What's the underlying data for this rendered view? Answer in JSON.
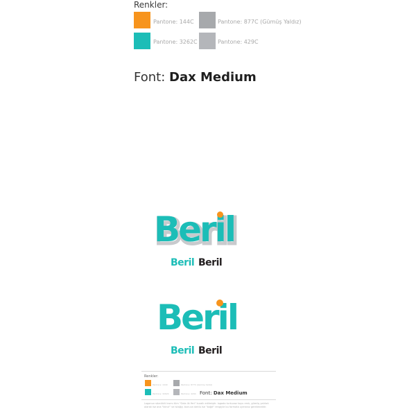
{
  "colors_section": {
    "title": "Renkler:",
    "swatches": [
      {
        "name": "Pantone: 144C",
        "color": "#f7941d"
      },
      {
        "name": "Pantone: 877C (Gümüş Yaldız)",
        "color": "#a7a9ac"
      },
      {
        "name": "Pantone: 3262C",
        "color": "#1cbdb7"
      },
      {
        "name": "Pantone: 429C",
        "color": "#b4b6ba"
      }
    ]
  },
  "font_section": {
    "label": "Font:",
    "value": "Dax Medium"
  },
  "logos": {
    "wordmark": "Beril",
    "primary_color": "#1cbdb7",
    "accent_color": "#f7941d",
    "outline_color": "#c8cacd",
    "dark_color": "#231f20"
  },
  "mini_sheet": {
    "title": "Renkler:",
    "swatches": [
      {
        "name": "Pantone: 144C",
        "color": "#f7941d"
      },
      {
        "name": "Pantone: 877C (Gümüş Yaldız)",
        "color": "#a7a9ac"
      },
      {
        "name": "Pantone: 3262C",
        "color": "#1cbdb7"
      },
      {
        "name": "Pantone: 429C",
        "color": "#b4b6ba"
      }
    ],
    "font_label": "Font:",
    "font_value": "Dax Medium",
    "note": "Logonun sözcüklü kısmı tüm \"Gıda ilk Yeri\" kurallı edilmiştir. logodo turkuvaz koyu renk, gümüş yaldızlı olarak ise ana \"ikinci\" ve istağıy. bunuun dahlu ise \"kağıt\" rengiyle bu formata uymanız gerekecektir."
  }
}
